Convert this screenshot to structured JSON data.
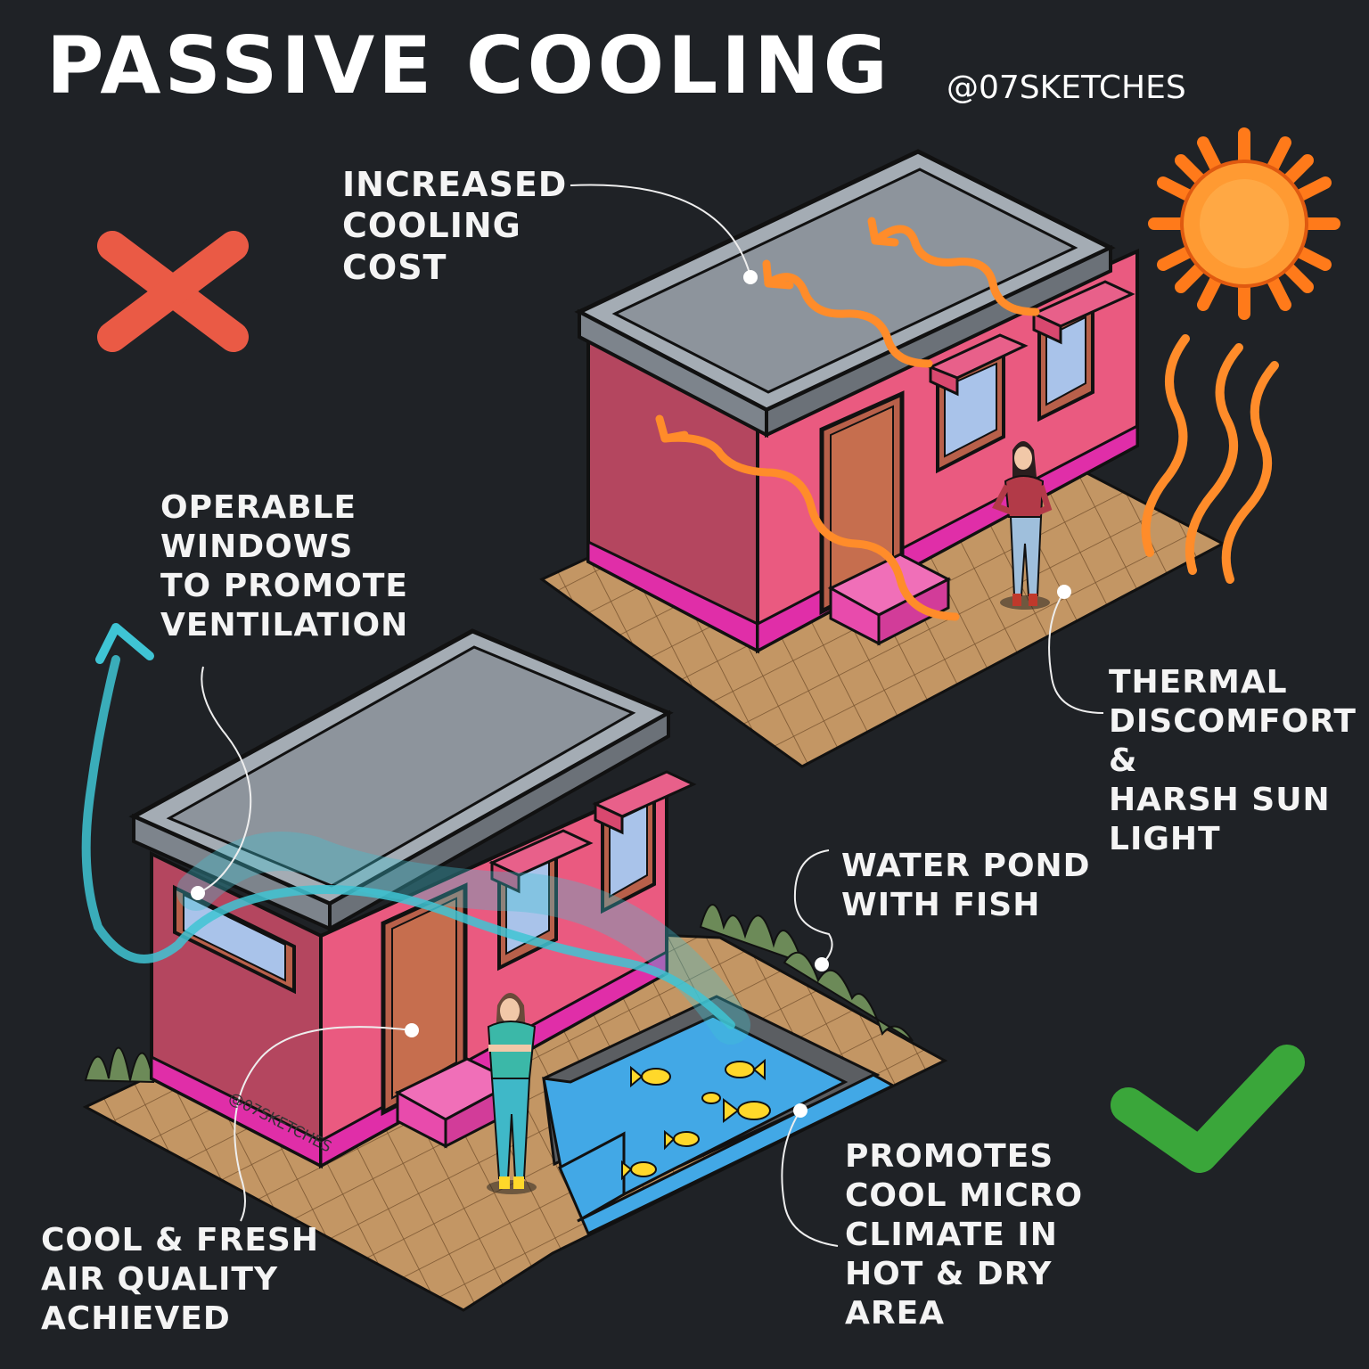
{
  "title": "PASSIVE COOLING",
  "handle": "@07SKETCHES",
  "watermark": "@07SKETCHES",
  "labels": {
    "increased_cooling": [
      "INCREASED",
      "COOLING",
      "COST"
    ],
    "thermal": [
      "THERMAL",
      "DISCOMFORT",
      "&",
      "HARSH SUN",
      "LIGHT"
    ],
    "operable": [
      "OPERABLE",
      "WINDOWS",
      "TO PROMOTE",
      "VENTILATION"
    ],
    "pond": [
      "WATER POND",
      "WITH FISH"
    ],
    "microclimate": [
      "PROMOTES",
      "COOL MICRO",
      "CLIMATE IN",
      "HOT & DRY",
      "AREA"
    ],
    "air_quality": [
      "COOL & FRESH",
      "AIR QUALITY",
      "ACHIEVED"
    ]
  },
  "icons": {
    "bad": "cross-icon",
    "good": "check-icon",
    "sun": "sun-icon"
  },
  "colors": {
    "background": "#1f2226",
    "cross": "#ea5a45",
    "check": "#3aa63a",
    "wall": "#ea5a80",
    "roof": "#a4acb4",
    "ground": "#c39664",
    "heat": "#ff8c2a",
    "breeze": "#3fc4d4",
    "water": "#42a8e6"
  }
}
